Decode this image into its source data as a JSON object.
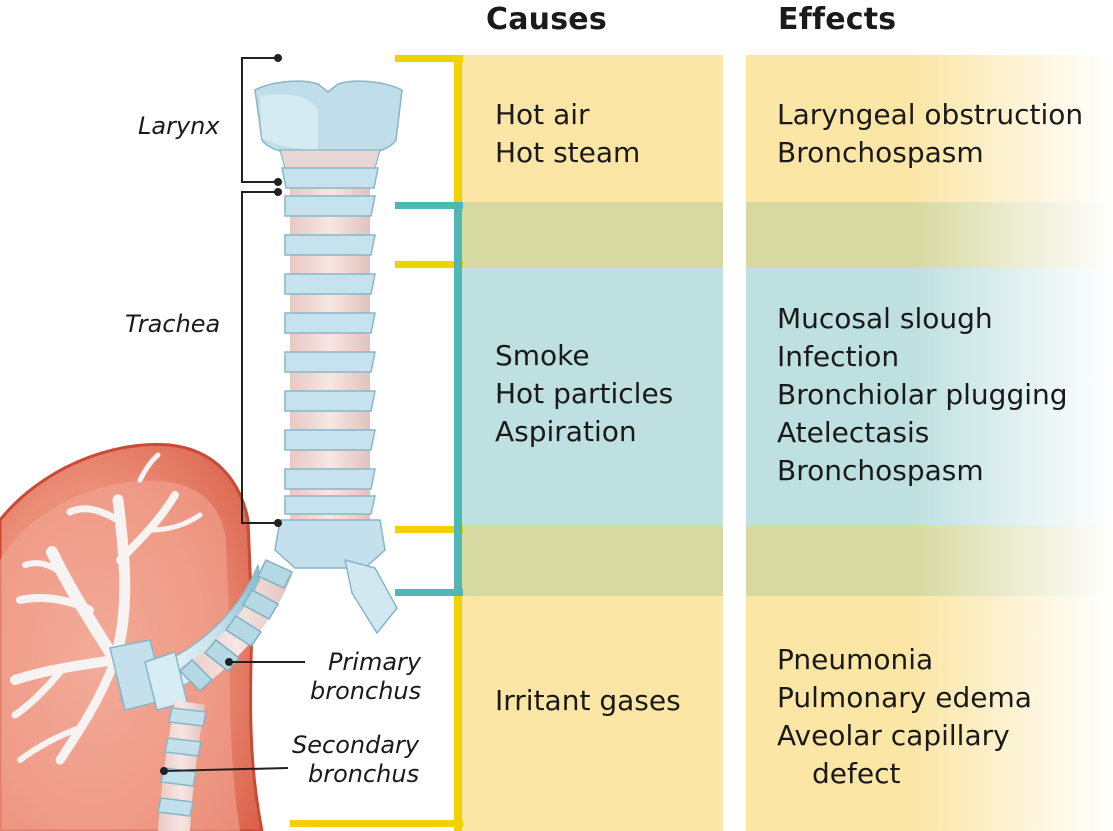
{
  "headers": {
    "causes": "Causes",
    "effects": "Effects"
  },
  "rows": [
    {
      "id": "upper",
      "causes": [
        "Hot air",
        "Hot steam"
      ],
      "effects": [
        "Laryngeal obstruction",
        "Bronchospasm"
      ]
    },
    {
      "id": "middle",
      "causes": [
        "Smoke",
        "Hot particles",
        "Aspiration"
      ],
      "effects": [
        "Mucosal slough",
        "Infection",
        "Bronchiolar plugging",
        "Atelectasis",
        "Bronchospasm"
      ]
    },
    {
      "id": "lower",
      "causes": [
        "Irritant gases"
      ],
      "effects": [
        "Pneumonia",
        "Pulmonary edema",
        "Aveolar capillary",
        "defect"
      ]
    }
  ],
  "anatomy_labels": {
    "larynx": "Larynx",
    "trachea": "Trachea",
    "primary_bronchus": [
      "Primary",
      "bronchus"
    ],
    "secondary_bronchus": [
      "Secondary",
      "bronchus"
    ]
  },
  "colors": {
    "yellow_band": "#fbe6a6",
    "teal_band": "#bfe0e0",
    "overlap_band": "#d6d9a0",
    "yellow_bracket": "#f2d100",
    "teal_bracket": "#4fb8b4",
    "lung": "#e3735c",
    "airway": "#c7e3ee"
  }
}
